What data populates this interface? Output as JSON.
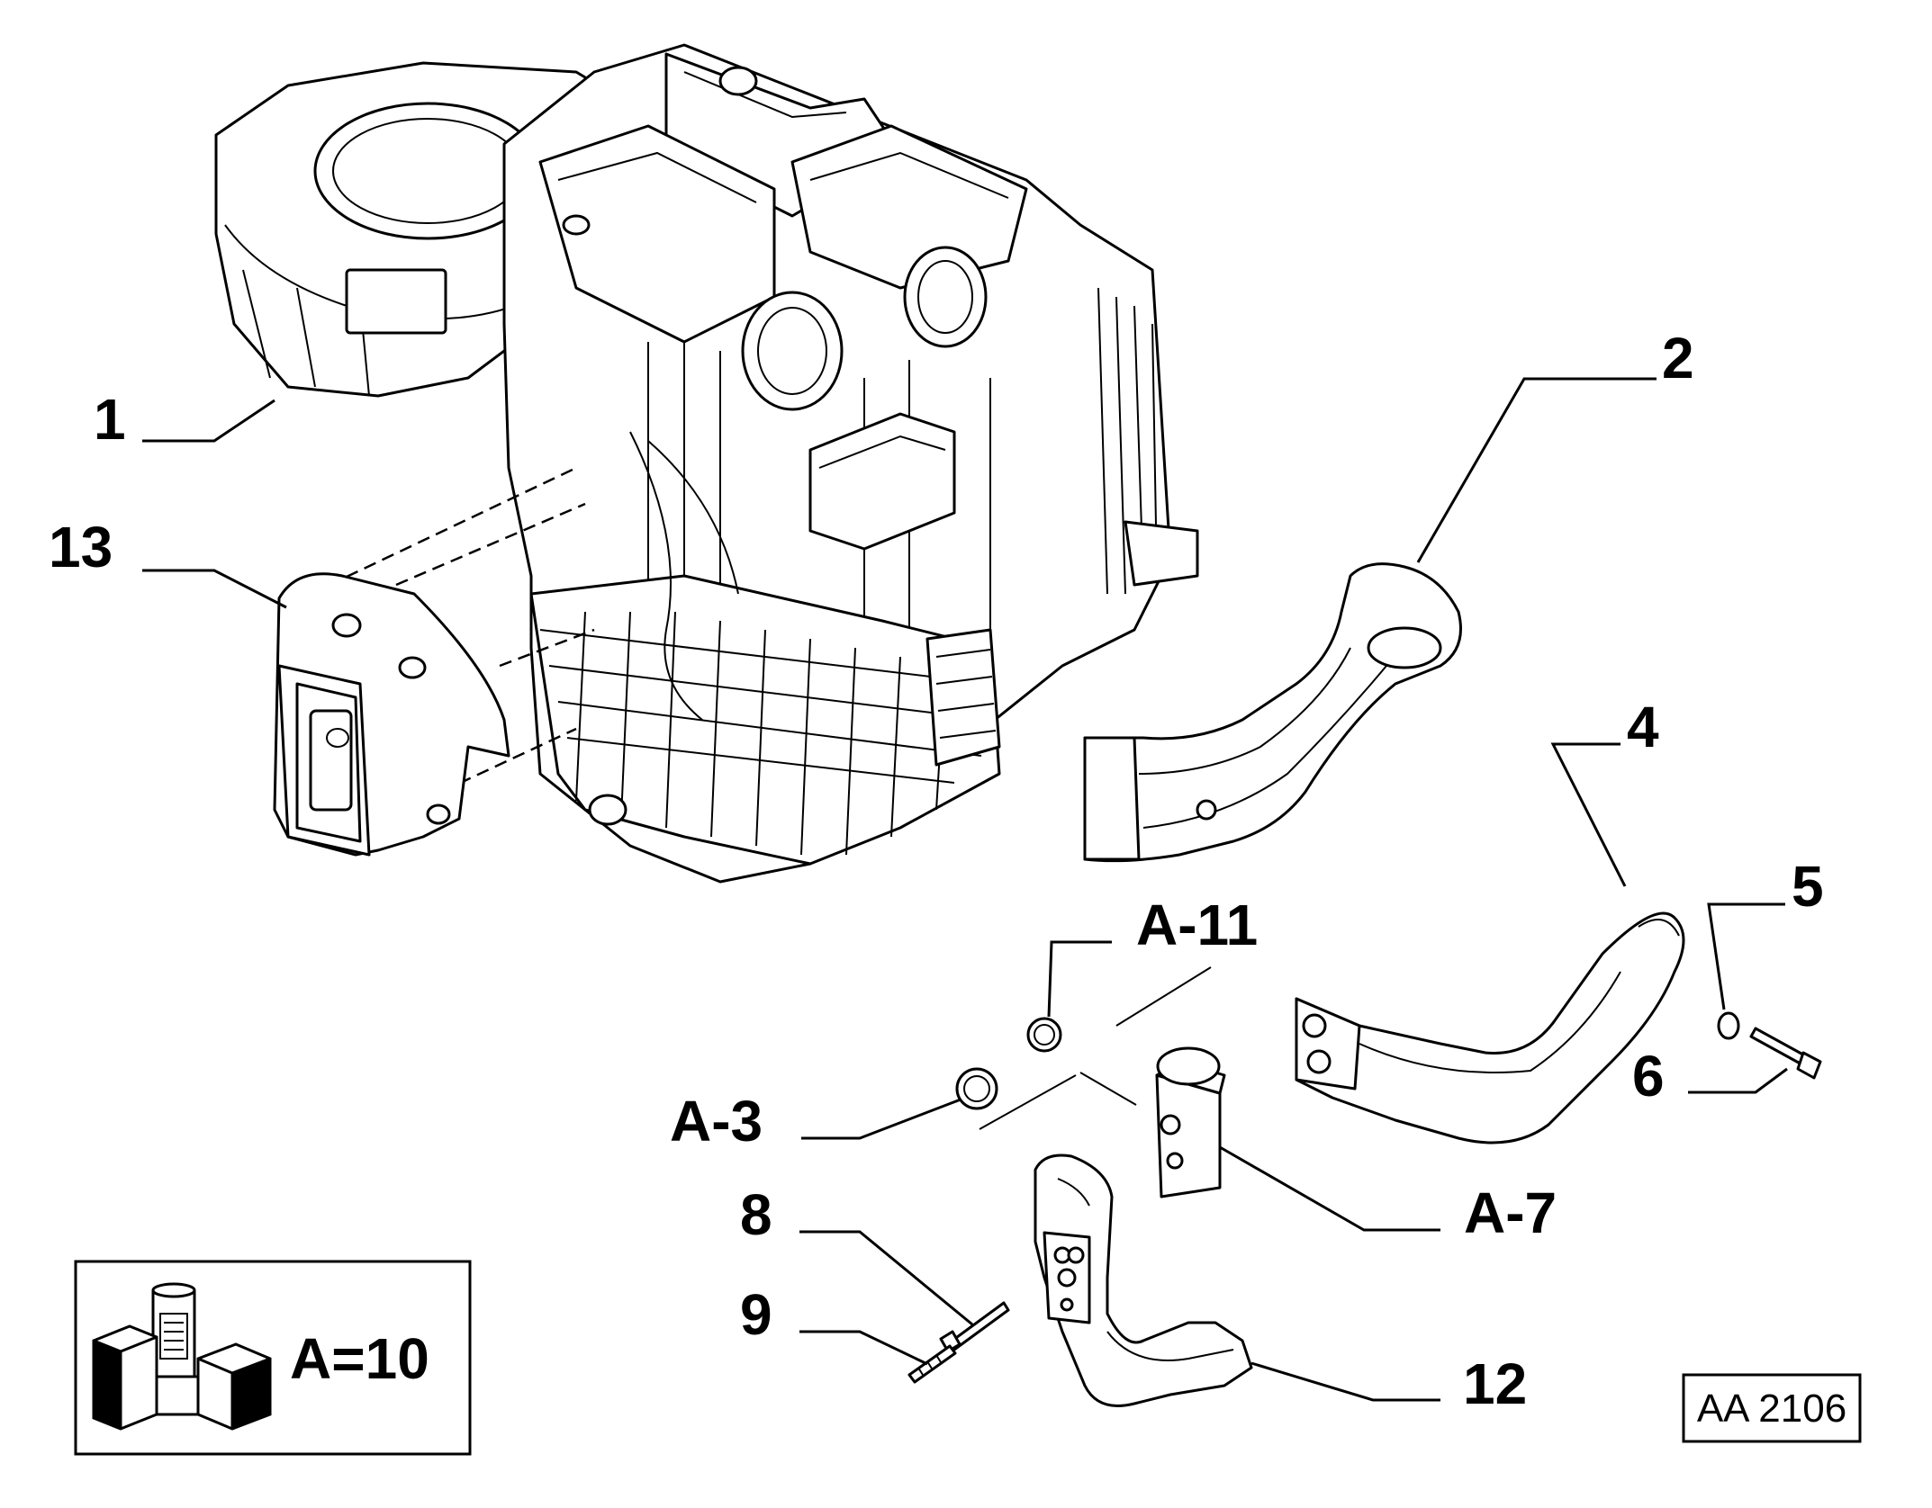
{
  "callouts": {
    "c1": "1",
    "c2": "2",
    "c4": "4",
    "c5": "5",
    "c6": "6",
    "c8": "8",
    "c9": "9",
    "c12": "12",
    "c13": "13",
    "cA11": "A-11",
    "cA3": "A-3",
    "cA7": "A-7"
  },
  "legend": {
    "formula": "A=10"
  },
  "reference_code": "AA 2106"
}
